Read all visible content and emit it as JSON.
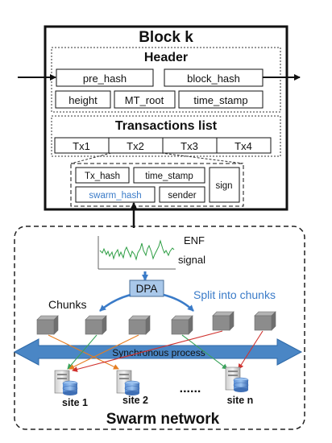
{
  "block": {
    "title": "Block k",
    "header": {
      "label": "Header",
      "fields": [
        "pre_hash",
        "block_hash",
        "height",
        "MT_root",
        "time_stamp"
      ]
    },
    "transactions": {
      "label": "Transactions list",
      "items": [
        "Tx1",
        "Tx2",
        "Tx3",
        "Tx4"
      ]
    },
    "tx_detail": {
      "fields": [
        "Tx_hash",
        "time_stamp",
        "swarm_hash",
        "sender"
      ],
      "sign": "sign"
    }
  },
  "swarm": {
    "enf_label_line1": "ENF",
    "enf_label_line2": "signal",
    "dpa": "DPA",
    "split_label": "Split into chunks",
    "chunks_label": "Chunks",
    "sync_label": "Synchronous process",
    "sites": [
      "site 1",
      "site 2",
      "site n"
    ],
    "ellipsis": "......",
    "network_label": "Swarm network"
  },
  "colors": {
    "arrow_band": "#4a86c5",
    "split_blue": "#3a7bc8",
    "dpa_fill": "#a9c8ea",
    "swarm_hash_text": "#3a7bc8",
    "enf_line": "#2e9e44",
    "chunk_grey": "#8c8c8c",
    "line_orange": "#e67e22",
    "line_green": "#3aa35b",
    "line_red": "#d0312d"
  }
}
